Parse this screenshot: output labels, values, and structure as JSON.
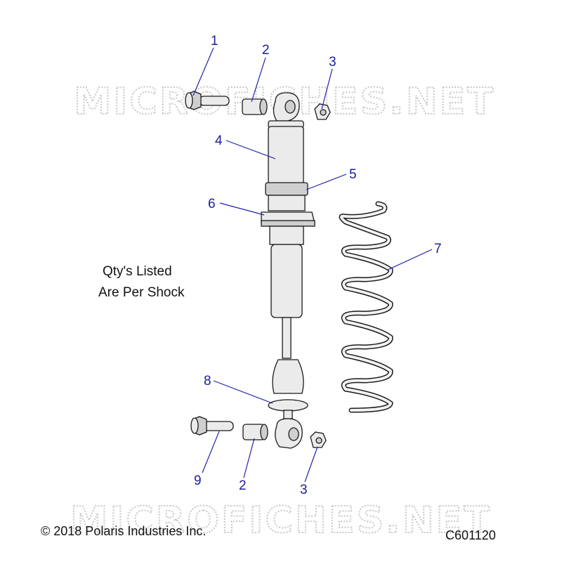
{
  "watermark": "MICROFICHES.NET",
  "note_lines": [
    "Qty's Listed",
    "Are Per Shock"
  ],
  "copyright": "© 2018 Polaris Industries Inc.",
  "figure_id": "C601120",
  "callouts": {
    "c1": "1",
    "c2_top": "2",
    "c3_top": "3",
    "c4": "4",
    "c5": "5",
    "c6": "6",
    "c7": "7",
    "c8": "8",
    "c9": "9",
    "c2_bottom": "2",
    "c3_bottom": "3"
  },
  "colors": {
    "callout": "#1c1c9e",
    "outline": "#1a1a1a",
    "part_fill": "#ebebeb"
  }
}
